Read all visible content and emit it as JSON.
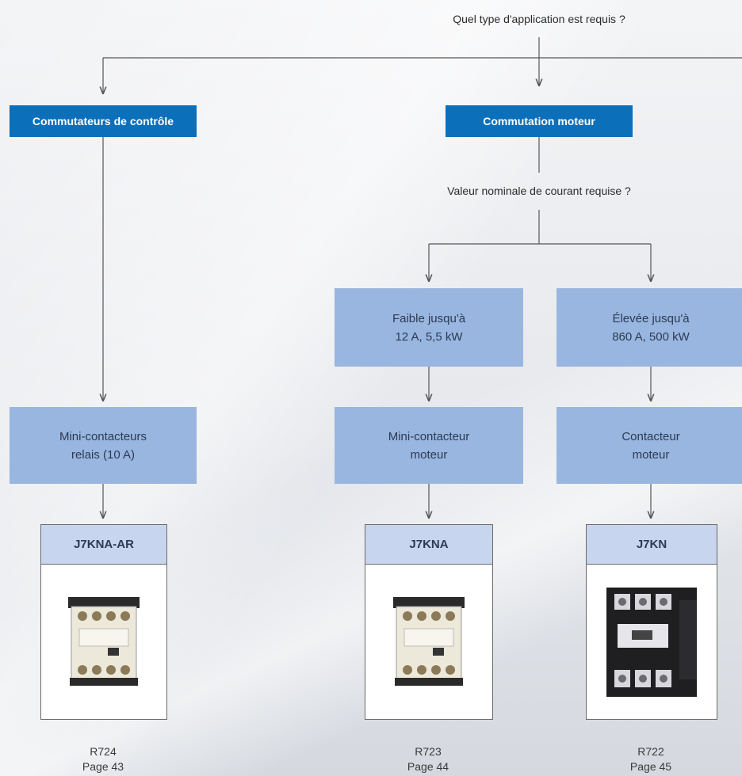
{
  "question_top": "Quel type d'application est requis ?",
  "question_current": "Valeur nominale de courant requise ?",
  "branches": {
    "control": "Commutateurs de contrôle",
    "motor": "Commutation moteur"
  },
  "levels": {
    "low": [
      "Faible jusqu'à",
      "12 A, 5,5 kW"
    ],
    "high": [
      "Élevée jusqu'à",
      "860 A, 500 kW"
    ]
  },
  "types": {
    "mini_relay": [
      "Mini-contacteurs",
      "relais (10 A)"
    ],
    "mini_motor": [
      "Mini-contacteur",
      "moteur"
    ],
    "motor": [
      "Contacteur",
      "moteur"
    ]
  },
  "products": [
    {
      "name": "J7KNA-AR",
      "code": "R724",
      "page": "Page 43"
    },
    {
      "name": "J7KNA",
      "code": "R723",
      "page": "Page 44"
    },
    {
      "name": "J7KN",
      "code": "R722",
      "page": "Page 45"
    }
  ],
  "colors": {
    "header": "#0b6fba",
    "box": "#98b6e0",
    "card_header": "#c7d6ee",
    "line": "#555555"
  }
}
